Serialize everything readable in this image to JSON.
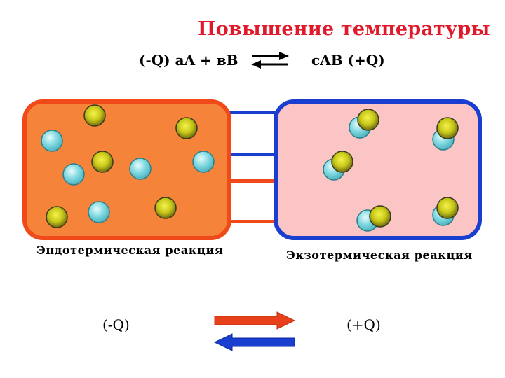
{
  "title": "Повышение температуры",
  "equation": {
    "left": "(-Q) аA + вB",
    "right": "cAB (+Q)"
  },
  "endothermic": {
    "label": "Эндотермическая реакция",
    "color": "#f5843a",
    "border_color": "#f04a1a"
  },
  "exothermic": {
    "label": "Экзотермическая реакция",
    "color": "#fbc5c5",
    "border_color": "#1a3fd0"
  },
  "heat": {
    "left": "(-Q)",
    "right": "(+Q)"
  },
  "colors": {
    "forward_arrow": "#e8401a",
    "reverse_arrow": "#1a3fd0",
    "molecule_a": "#7fd8e0",
    "molecule_b": "#c8c81a"
  }
}
